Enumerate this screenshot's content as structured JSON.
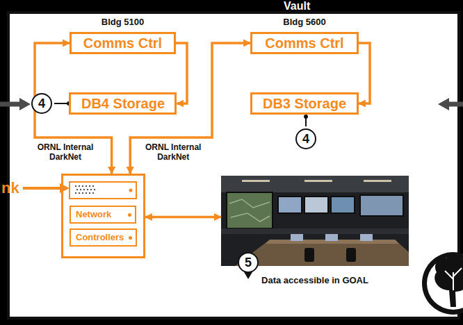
{
  "diagram": {
    "nodes": [
      {
        "text": [
          "Bldg 5100",
          "Comms Ctrl"
        ]
      },
      {
        "text": [
          "DB4 Storage"
        ]
      },
      {
        "text": [
          "Bldg 5600",
          "Comms Ctrl"
        ]
      },
      {
        "text": [
          "DB3 Storage"
        ]
      },
      {
        "text": []
      },
      {
        "text": [
          "Network"
        ],
        "in": 4
      },
      {
        "text": [
          "Controllers"
        ],
        "in": 4
      },
      {
        "text": [
          "Data accessible in GOAL"
        ]
      }
    ],
    "edges": [
      {
        "from": 0,
        "to": 1,
        "arrow": "to"
      },
      {
        "from": 0,
        "to": 4,
        "label": "ORNL Internal DarkNet",
        "arrow": "both"
      },
      {
        "from": 2,
        "to": 3,
        "arrow": "to"
      },
      {
        "from": 2,
        "to": 4,
        "label": "ORNL Internal DarkNet",
        "arrow": "both"
      },
      {
        "from": 4,
        "to": 7,
        "arrow": "both"
      }
    ],
    "labels": [
      "Vault",
      "4",
      "4",
      "nk",
      "5"
    ]
  }
}
